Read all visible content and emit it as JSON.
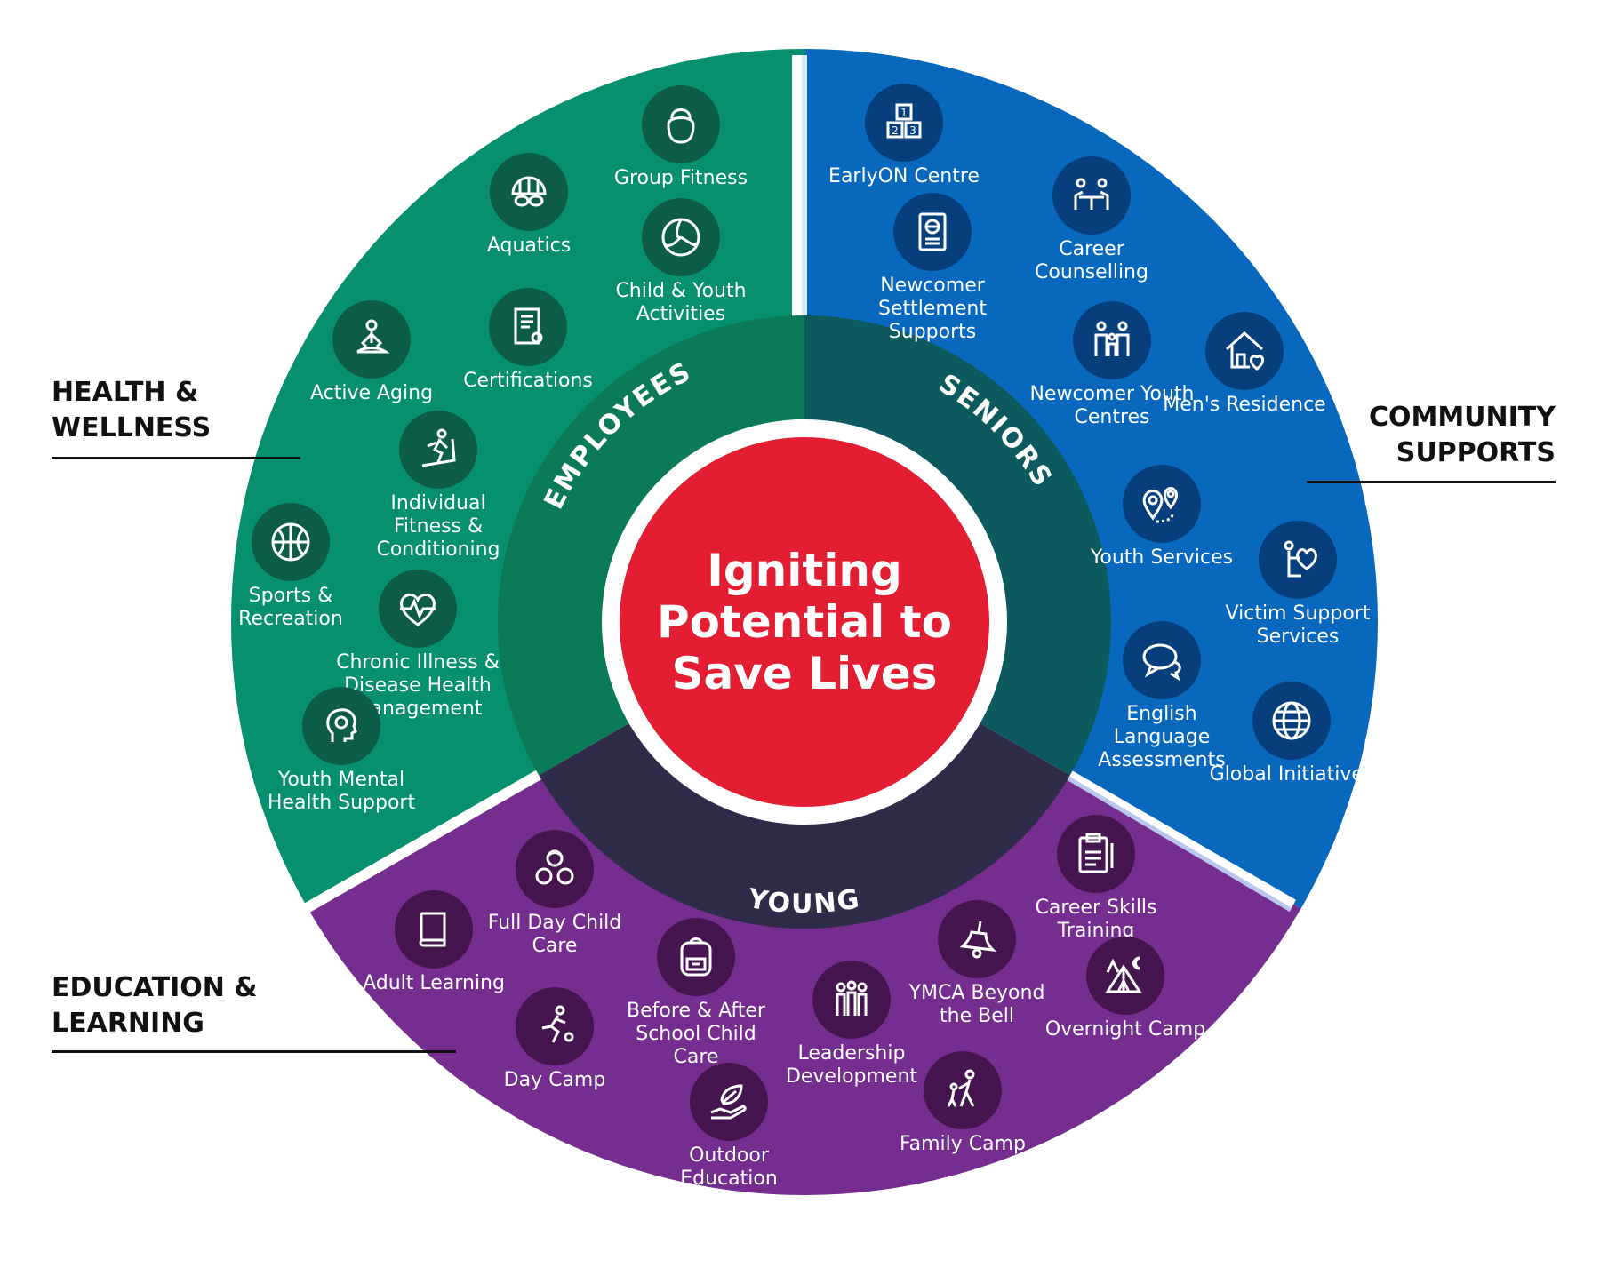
{
  "center": {
    "lines": [
      "Igniting",
      "Potential to",
      "Save Lives"
    ]
  },
  "ring_labels": {
    "employees": "EMPLOYEES",
    "seniors": "SENIORS",
    "young": "YOUNG"
  },
  "categories": {
    "health": {
      "lines": [
        "HEALTH &",
        "WELLNESS"
      ]
    },
    "community": {
      "lines": [
        "COMMUNITY",
        "SUPPORTS"
      ]
    },
    "education": {
      "lines": [
        "EDUCATION &",
        "LEARNING"
      ]
    }
  },
  "colors": {
    "health": "#069070",
    "community": "#0868bd",
    "education": "#752d8f",
    "ring_employees": "#0a7a59",
    "ring_seniors": "#0c5a5e",
    "ring_young": "#2f2c4a",
    "center": "#e41e32",
    "health_icon": "#0c5c47",
    "community_icon": "#073f7c",
    "education_icon": "#44154f"
  },
  "services": [
    {
      "id": "group-fitness",
      "sector": "health",
      "icon": "kettlebell-icon",
      "label": "Group Fitness"
    },
    {
      "id": "aquatics",
      "sector": "health",
      "icon": "swim-goggles-icon",
      "label": "Aquatics"
    },
    {
      "id": "child-youth-activities",
      "sector": "health",
      "icon": "volleyball-icon",
      "label": "Child & Youth Activities"
    },
    {
      "id": "active-aging",
      "sector": "health",
      "icon": "meditation-icon",
      "label": "Active Aging"
    },
    {
      "id": "certifications",
      "sector": "health",
      "icon": "certificate-icon",
      "label": "Certifications"
    },
    {
      "id": "individual-fitness",
      "sector": "health",
      "icon": "treadmill-icon",
      "label": "Individual Fitness & Conditioning"
    },
    {
      "id": "sports-recreation",
      "sector": "health",
      "icon": "basketball-icon",
      "label": "Sports & Recreation"
    },
    {
      "id": "chronic-illness",
      "sector": "health",
      "icon": "heart-pulse-icon",
      "label": "Chronic Illness & Disease Health Management"
    },
    {
      "id": "youth-mental-health",
      "sector": "health",
      "icon": "head-mind-icon",
      "label": "Youth Mental Health Support"
    },
    {
      "id": "earlyon-centre",
      "sector": "community",
      "icon": "number-blocks-icon",
      "label": "EarlyON Centre"
    },
    {
      "id": "career-counselling",
      "sector": "community",
      "icon": "meeting-table-icon",
      "label": "Career Counselling"
    },
    {
      "id": "newcomer-settlement",
      "sector": "community",
      "icon": "passport-icon",
      "label": "Newcomer Settlement Supports"
    },
    {
      "id": "newcomer-youth-centres",
      "sector": "community",
      "icon": "family-icon",
      "label": "Newcomer Youth Centres"
    },
    {
      "id": "mens-residence",
      "sector": "community",
      "icon": "house-heart-icon",
      "label": "Men's Residence"
    },
    {
      "id": "youth-services",
      "sector": "community",
      "icon": "map-pins-icon",
      "label": "Youth Services"
    },
    {
      "id": "victim-support",
      "sector": "community",
      "icon": "person-heart-icon",
      "label": "Victim Support Services"
    },
    {
      "id": "english-language",
      "sector": "community",
      "icon": "speech-bubbles-icon",
      "label": "English Language Assessments"
    },
    {
      "id": "global-initiatives",
      "sector": "community",
      "icon": "globe-icon",
      "label": "Global Initiatives"
    },
    {
      "id": "full-day-child-care",
      "sector": "education",
      "icon": "children-faces-icon",
      "label": "Full Day Child Care"
    },
    {
      "id": "adult-learning",
      "sector": "education",
      "icon": "book-icon",
      "label": "Adult Learning"
    },
    {
      "id": "before-after-school",
      "sector": "education",
      "icon": "backpack-icon",
      "label": "Before & After School Child Care"
    },
    {
      "id": "day-camp",
      "sector": "education",
      "icon": "running-kid-icon",
      "label": "Day Camp"
    },
    {
      "id": "leadership-development",
      "sector": "education",
      "icon": "group-people-icon",
      "label": "Leadership Development"
    },
    {
      "id": "outdoor-education",
      "sector": "education",
      "icon": "leaf-hand-icon",
      "label": "Outdoor Education"
    },
    {
      "id": "ymca-beyond-the-bell",
      "sector": "education",
      "icon": "bell-icon",
      "label": "YMCA Beyond the Bell"
    },
    {
      "id": "career-skills-training",
      "sector": "education",
      "icon": "clipboard-icon",
      "label": "Career Skills Training"
    },
    {
      "id": "overnight-camp",
      "sector": "education",
      "icon": "tent-icon",
      "label": "Overnight Camp"
    },
    {
      "id": "family-camp",
      "sector": "education",
      "icon": "parent-child-icon",
      "label": "Family Camp"
    }
  ]
}
